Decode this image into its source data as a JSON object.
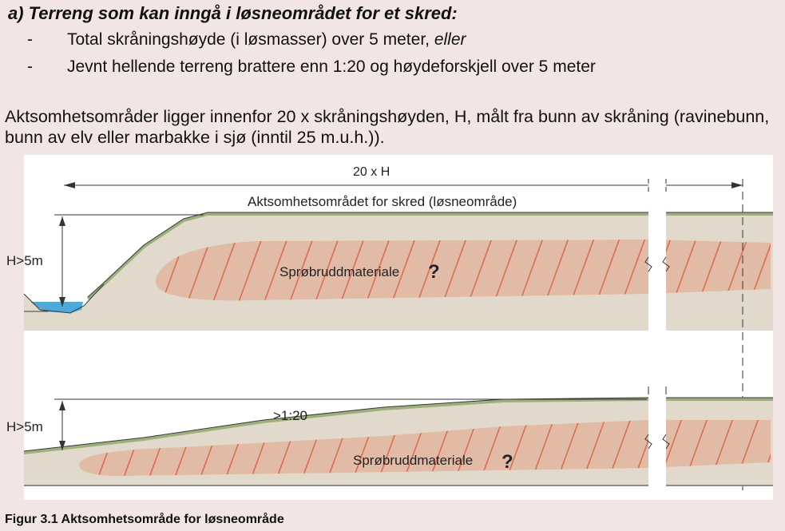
{
  "heading": "a) Terreng som kan inngå i løsneområdet for et skred:",
  "bullets": [
    {
      "dash": "-",
      "text": "Total skråningshøyde (i løsmasser) over 5 meter, ",
      "emphasis": "eller"
    },
    {
      "dash": "-",
      "text": "Jevnt hellende terreng brattere enn 1:20 og høydeforskjell over 5 meter",
      "emphasis": ""
    }
  ],
  "paragraph": "Aktsomhetsområder ligger innenfor 20 x skråningshøyden, H, målt fra bunn av skråning (ravinebunn, bunn av elv eller marbakke i sjø (inntil 25 m.u.h.)).",
  "diagram": {
    "width_label": "20 x H",
    "zone_label": "Aktsomhetsområdet for skred (løsneområde)",
    "height_label_top": "H>5m",
    "height_label_bottom": "H>5m",
    "slope_label": ">1:20",
    "material_label_top": "Sprøbruddmateriale",
    "material_label_bottom": "Sprøbruddmateriale",
    "question_mark": "?",
    "colors": {
      "ground": "#e2d9cd",
      "material": "#e1bba6",
      "hatch": "#d9684a",
      "vegetation": "#9bb07a",
      "water": "#4ea8d8"
    }
  },
  "caption": "Figur 3.1 Aktsomhetsområde for løsneområde"
}
